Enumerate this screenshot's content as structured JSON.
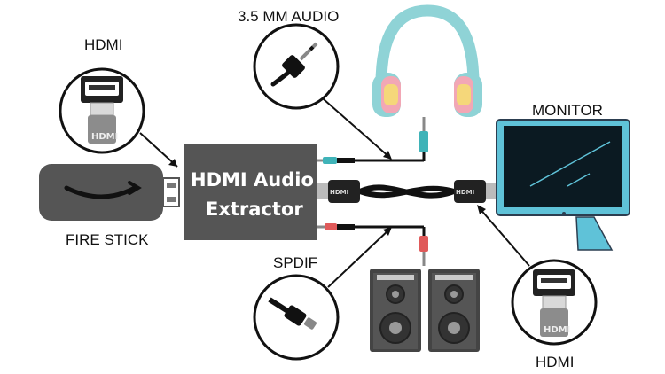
{
  "labels": {
    "hdmi_top_left": "HDMI",
    "audio_35mm": "3.5 MM AUDIO",
    "monitor": "MONITOR",
    "fire_stick": "FIRE STICK",
    "spdif": "SPDIF",
    "hdmi_bottom_right": "HDMI"
  },
  "extractor": {
    "line1": "HDMI Audio",
    "line2": "Extractor"
  },
  "connector_text": {
    "cable_plug": "HDMI",
    "jack_left": "HDMI",
    "jack_right": "HDMI"
  },
  "colors": {
    "extractor_box": "#555555",
    "fire_stick": "#555555",
    "headphones_band": "#8fd3d6",
    "headphones_cushion_pink": "#f2a7b5",
    "headphones_cushion_yellow": "#f5d77a",
    "monitor_screen": "#0b1a22",
    "monitor_frame": "#5fc2d8",
    "teal_plug": "#3fb3b8",
    "red_plug": "#e05a5a"
  }
}
